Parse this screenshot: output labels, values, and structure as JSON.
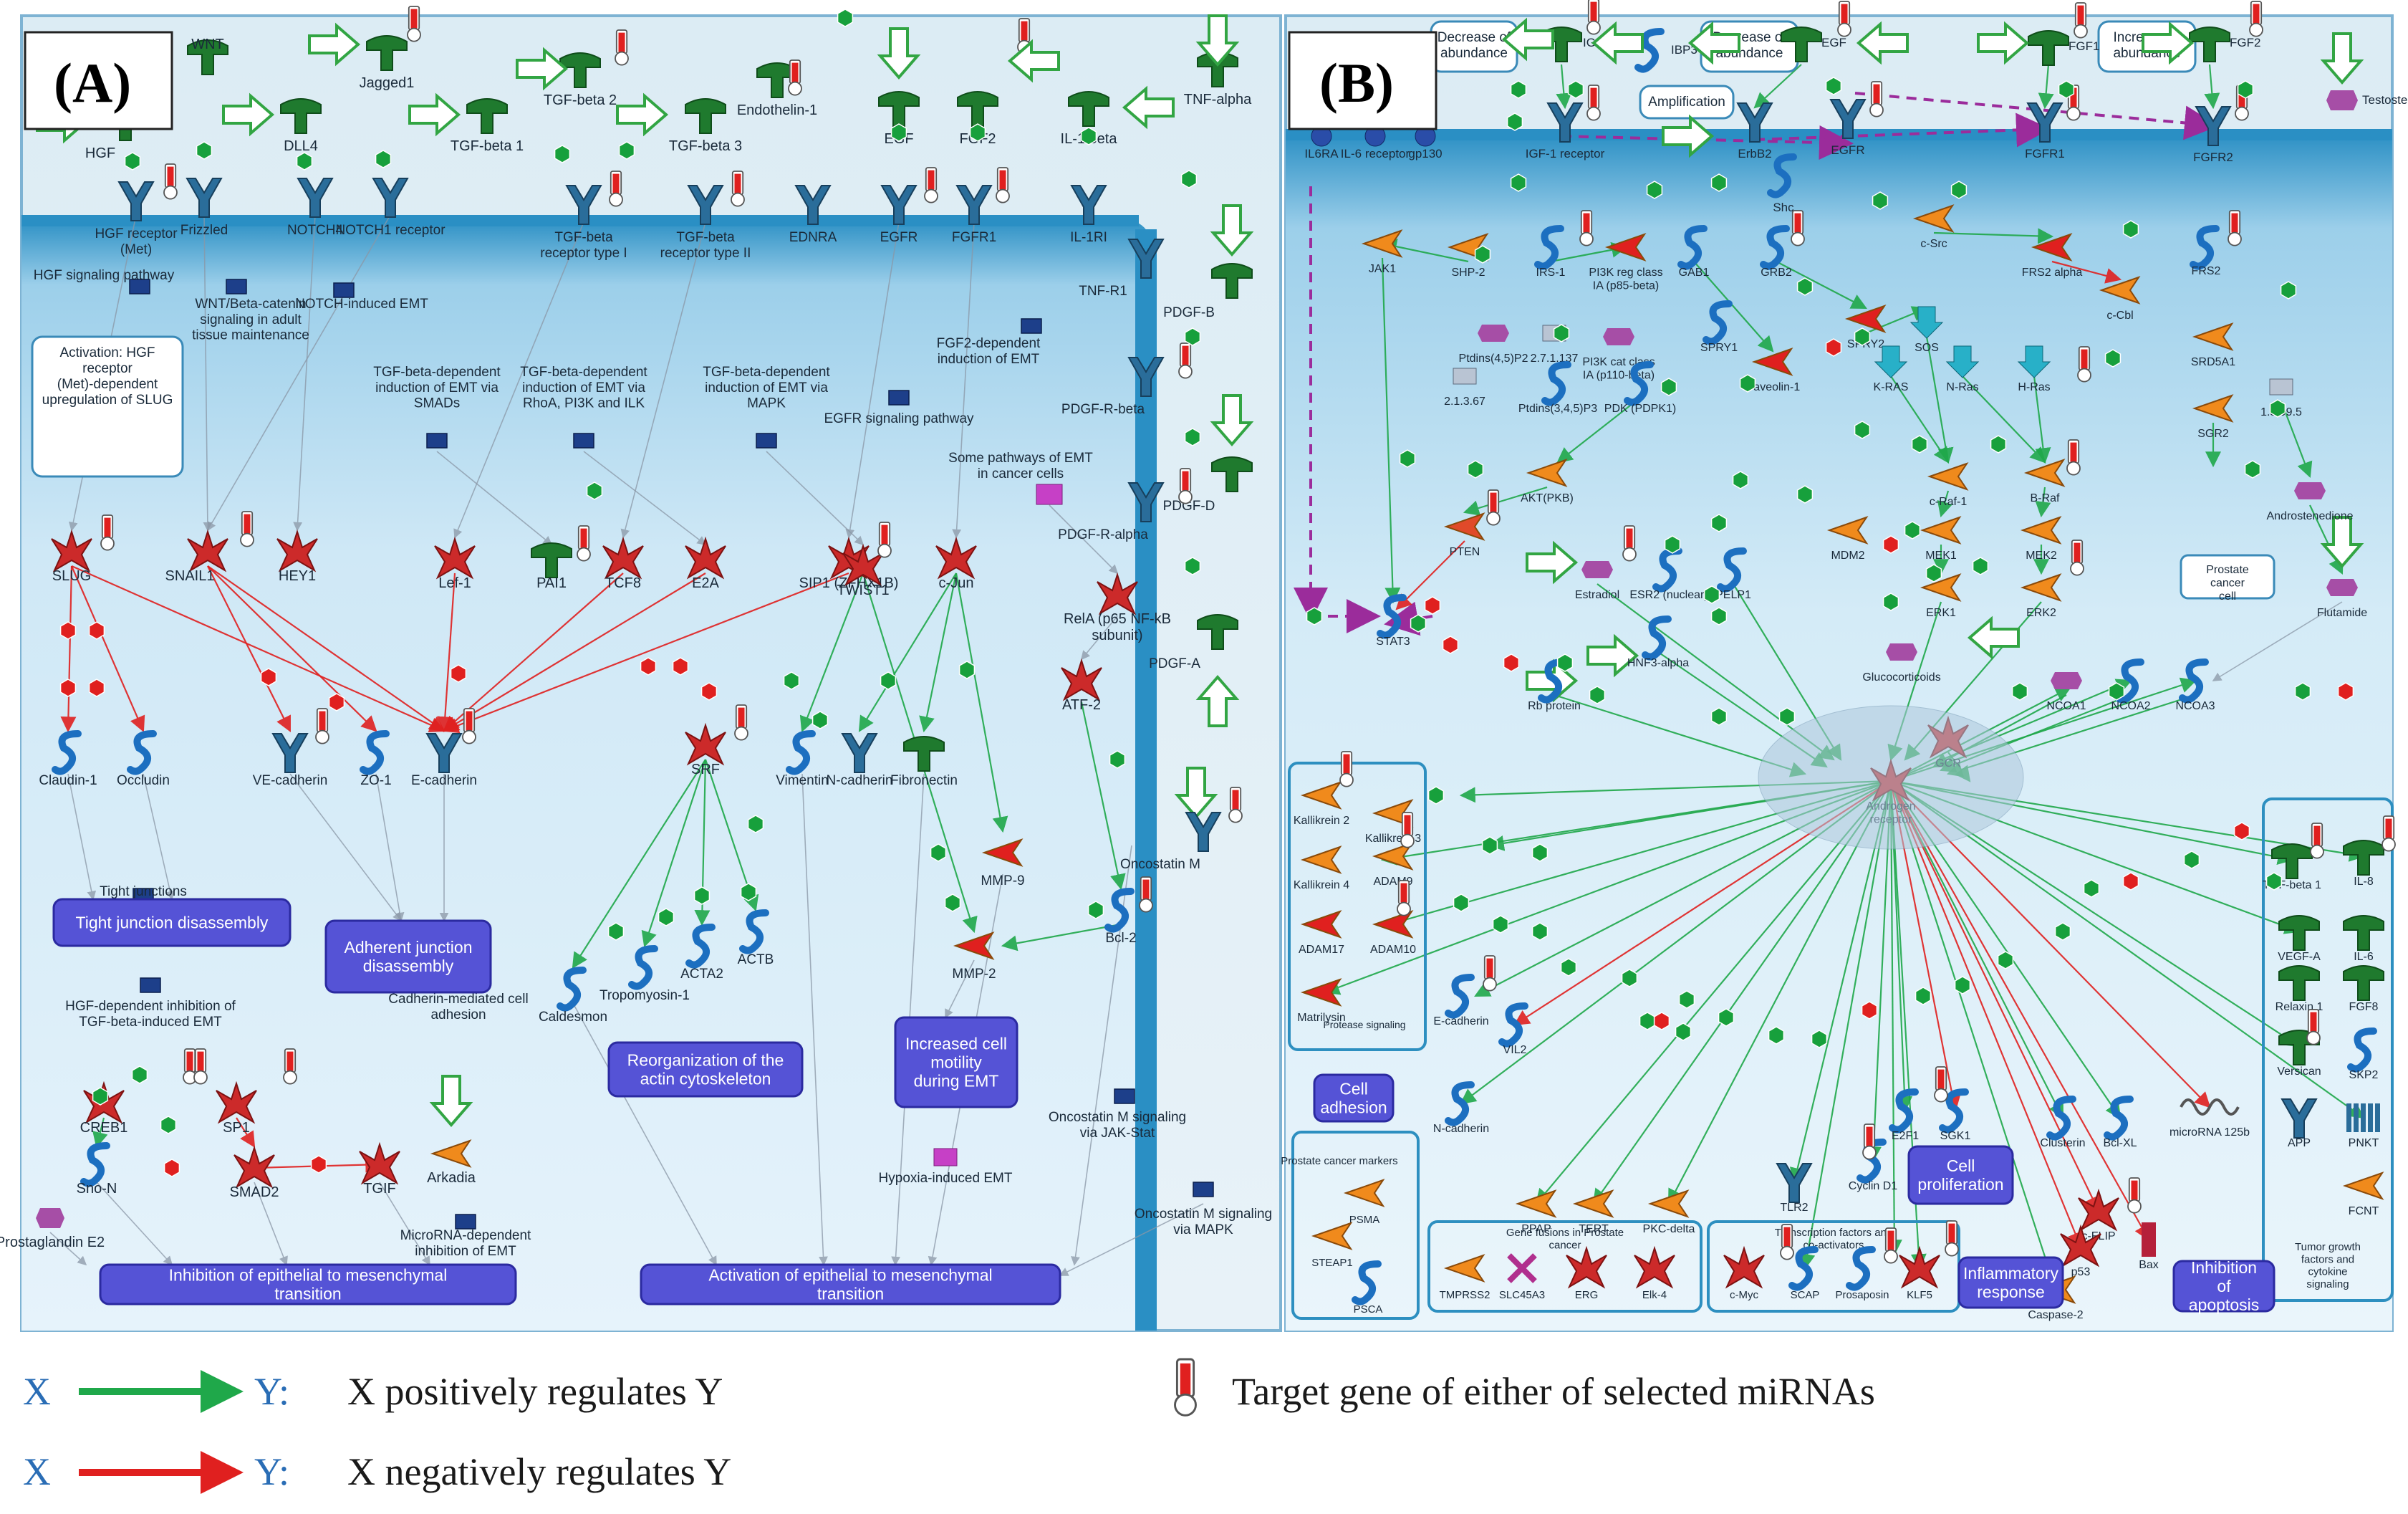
{
  "panel_a": {
    "letter": "(A)",
    "ligands": [
      "WNT",
      "DLL4",
      "Jagged1",
      "TGF-beta 2",
      "TGF-beta 1",
      "TGF-beta 3",
      "Endothelin-1",
      "EGF",
      "FGF2",
      "IL-1 beta",
      "TNF-alpha",
      "HGF"
    ],
    "receptors": [
      "HGF receptor (Met)",
      "Frizzled",
      "NOTCH4",
      "NOTCH1 receptor",
      "TGF-beta receptor type I",
      "TGF-beta receptor type II",
      "EDNRA",
      "EGFR",
      "FGFR1",
      "IL-1RI",
      "TNF-R1",
      "PDGF-B",
      "PDGF-R-beta",
      "PDGF-D",
      "PDGF-R-alpha",
      "PDGF-A",
      "Oncostatin M"
    ],
    "pathways": [
      "HGF signaling pathway",
      "WNT/Beta-catenin signaling in adult tissue maintenance",
      "NOTCH-induced EMT",
      "FGF2-dependent induction of EMT",
      "TGF-beta-dependent induction of EMT via SMADs",
      "TGF-beta-dependent induction of EMT via RhoA, PI3K and ILK",
      "TGF-beta-dependent induction of EMT via MAPK",
      "EGFR signaling pathway",
      "Some pathways of EMT in cancer cells",
      "HGF-dependent inhibition of TGF-beta-induced EMT",
      "Cadherin-mediated cell adhesion",
      "Hypoxia-induced EMT",
      "MicroRNA-dependent inhibition of EMT",
      "Oncostatin M signaling via JAK-Stat",
      "Oncostatin M signaling via MAPK",
      "Tight junctions"
    ],
    "note_box": "Activation: HGF receptor (Met)-dependent upregulation of SLUG",
    "factors": [
      "SLUG",
      "SNAIL1",
      "HEY1",
      "Lef-1",
      "PAI1",
      "TCF8",
      "E2A",
      "SIP1 (ZFHX1B)",
      "TWIST1",
      "c-Jun",
      "RelA (p65 NF-kB subunit)",
      "ATF-2",
      "SRF",
      "CREB1",
      "SP1",
      "SMAD2",
      "TGIF",
      "Sno-N",
      "Arkadia",
      "Prostaglandin E2"
    ],
    "targets": [
      "Claudin-1",
      "Occludin",
      "VE-cadherin",
      "ZO-1",
      "E-cadherin",
      "Vimentin",
      "N-cadherin",
      "Fibronectin",
      "MMP-9",
      "MMP-2",
      "Bcl-2",
      "Caldesmon",
      "Tropomyosin-1",
      "ACTA2",
      "ACTB"
    ],
    "processes": [
      "Tight junction disassembly",
      "Adherent junction disassembly",
      "Reorganization of the actin cytoskeleton",
      "Increased cell motility during EMT",
      "Inhibition of epithelial to mesenchymal transition",
      "Activation of epithelial to mesenchymal transition"
    ]
  },
  "panel_b": {
    "letter": "(B)",
    "notes": [
      "Decrease of abundance",
      "Decrease of abundance",
      "Increase of abundance",
      "Amplification"
    ],
    "ligands": [
      "IGF-1",
      "IBP3",
      "EGF",
      "FGF1",
      "FGF2",
      "Testosterone"
    ],
    "receptors": [
      "IL6RA",
      "IL-6 receptor",
      "gp130",
      "IGF-1 receptor",
      "ErbB2",
      "EGFR",
      "Shc",
      "FGFR1",
      "FGFR2"
    ],
    "signaling": [
      "JAK1",
      "SHP-2",
      "IRS-1",
      "PI3K reg class IA (p85-beta)",
      "GAB1",
      "GRB2",
      "c-Src",
      "FRS2 alpha",
      "FRS2",
      "c-Cbl",
      "SOS",
      "SPRY2",
      "SPRY1",
      "Caveolin-1",
      "K-RAS",
      "N-Ras",
      "H-Ras",
      "Ptdins(4,5)P2",
      "2.7.1.137",
      "PI3K cat class IA (p110-beta)",
      "2.1.3.67",
      "Ptdins(3,4,5)P3",
      "PDK (PDPK1)",
      "AKT(PKB)",
      "PTEN",
      "c-Raf-1",
      "B-Raf",
      "MDM2",
      "MEK1",
      "MEK2",
      "ERK1",
      "ERK2",
      "Estradiol",
      "ESR2 (nuclear)",
      "PELP1",
      "HNF3-alpha",
      "Rb protein",
      "STAT3",
      "SRD5A1",
      "1.3.99.5",
      "SGR2",
      "Androstenedione",
      "Flutamide",
      "Glucocorticoids",
      "NCOA1",
      "NCOA2",
      "NCOA3",
      "GCR",
      "Androgen receptor"
    ],
    "cell_label": "Prostate cancer cell",
    "targets": [
      "Kallikrein 2",
      "Kallikrein 3",
      "Kallikrein 4",
      "ADAM9",
      "ADAM17",
      "ADAM10",
      "Matrilysin",
      "Protease signaling",
      "E-cadherin",
      "VIL2",
      "N-cadherin",
      "PPAP",
      "TERT",
      "PKC-delta",
      "TLR2",
      "Cyclin D1",
      "E2F1",
      "SGK1",
      "Clusterin",
      "Bcl-XL",
      "microRNA 125b",
      "c-FLIP",
      "p53",
      "Bax",
      "Caspase-2",
      "TGF-beta 1",
      "IL-8",
      "VEGF-A",
      "IL-6",
      "Relaxin 1",
      "FGF8",
      "Versican",
      "SKP2",
      "APP",
      "PNKT",
      "FCNT"
    ],
    "boxes": [
      "Prostate cancer markers",
      "PSMA",
      "STEAP1",
      "PSCA",
      "Gene fusions in Prostate cancer",
      "TMPRSS2",
      "SLC45A3",
      "ERG",
      "Elk-4",
      "Transcription factors and co-activators",
      "c-Myc",
      "SCAP",
      "Prosaposin",
      "KLF5",
      "Tumor growth factors and cytokine signaling"
    ],
    "processes": [
      "Cell adhesion",
      "Cell proliferation",
      "Inflammatory response",
      "Inhibition of apoptosis"
    ]
  },
  "legend": {
    "x": "X",
    "y": "Y:",
    "pos": "X positively regulates Y",
    "neg": "X negatively regulates Y",
    "target": "Target gene of either of selected miRNAs"
  },
  "colors": {
    "positive": "#1fa84a",
    "negative": "#e0201f",
    "receptor": "#2a6d9a",
    "ligand": "#1f7a2e",
    "factor": "#cc2a2a",
    "enzyme": "#f08a1c",
    "process": "#5553d6",
    "cytoplasm": "#cfe8f6",
    "membrane": "#2a8fc4"
  }
}
